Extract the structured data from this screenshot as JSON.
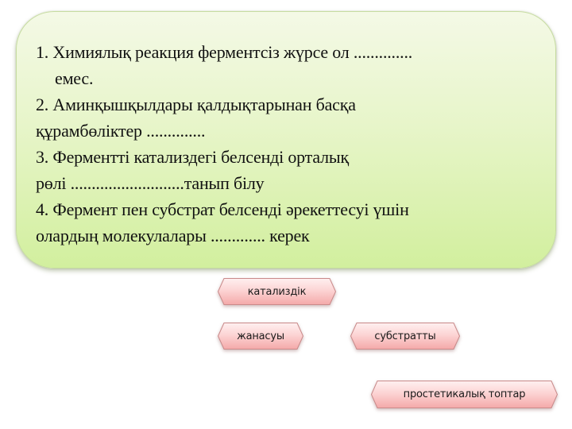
{
  "questions": {
    "items": [
      {
        "number": "1.",
        "lines": [
          "1. Химиялық реакция ферментсіз жүрсе ол  ..............",
          "емес."
        ]
      },
      {
        "number": "2.",
        "lines": [
          "2. Аминқышқылдары қалдықтарынан басқа",
          "құрамбөліктер   .............."
        ]
      },
      {
        "number": "3.",
        "lines": [
          "3. Ферментті катализдегі белсенді орталық",
          "рөлі ...........................танып білу"
        ]
      },
      {
        "number": "4.",
        "lines": [
          "4. Фермент пен субстрат белсенді әрекеттесуі үшін",
          "олардың молекулалары ............. керек"
        ]
      }
    ]
  },
  "answers": [
    {
      "label": "катализдік"
    },
    {
      "label": "жанасуы"
    },
    {
      "label": "субстратты"
    },
    {
      "label": "простетикалық топтар"
    }
  ],
  "colors": {
    "box_top": "#f4f9e6",
    "box_bottom": "#d2ef9e",
    "chip_fill_top": "#fde4e4",
    "chip_fill_bottom": "#f6b3b3",
    "chip_border": "#c98a8a"
  }
}
